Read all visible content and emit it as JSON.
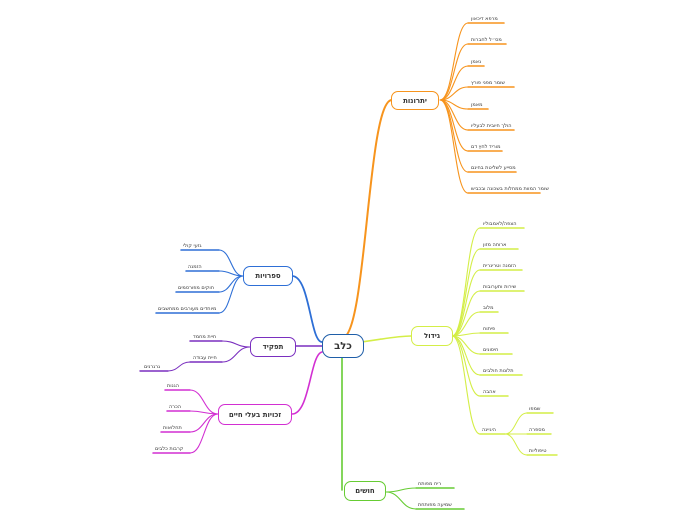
{
  "central": {
    "label": "כלב"
  },
  "colors": {
    "orange": "#f7941d",
    "lime": "#d4ee47",
    "green": "#66cc33",
    "blue": "#2e6fd6",
    "purple": "#7a2fbf",
    "magenta": "#d22fd2",
    "central_border": "#1f5ea8"
  },
  "branches": {
    "advantages": {
      "label": "יתרונות",
      "items": [
        "מרפא דיכאון",
        "מס״ל לחברות",
        "נאמן",
        "שומר מפני פורץ",
        "מאמן",
        "הולך חיובית לבעליו",
        "מוריד לחץ דם",
        "מסייע לשליטת בחינם",
        "שומר המוות ממחלות בשכונה ובכביש"
      ]
    },
    "growing": {
      "label": "גידול",
      "items": [
        "הצפה/לאמבוליו",
        "ארוחה מזון",
        "הזמנה וטרינרית",
        "שירות ותערובות",
        "מלוב",
        "פיתוח",
        "חיסונים",
        "תלונות חולבים",
        "אהבה"
      ],
      "hygiene": {
        "label": "היגיינה",
        "items": [
          "שמפו",
          "מספרה",
          "טיפוליות"
        ]
      }
    },
    "senses": {
      "label": "חושים",
      "items": [
        "ריח מפותח",
        "שמיעה מפותחת"
      ]
    },
    "species": {
      "label": "ספרויות",
      "items": [
        "גזעי קולי",
        "הזמנה",
        "חוקים מפורסמים",
        "מיוחדים מעורבים ממחשבים"
      ]
    },
    "role": {
      "label": "תפקיד",
      "items": [
        "חיית מחמד",
        "חיית עבודה"
      ],
      "sub": "גרגרנים"
    },
    "relations": {
      "label": "זכויות בעלי חיים",
      "items": [
        "הגנות",
        "הכרה",
        "תחלואות",
        "קרבות כלבים"
      ]
    }
  }
}
